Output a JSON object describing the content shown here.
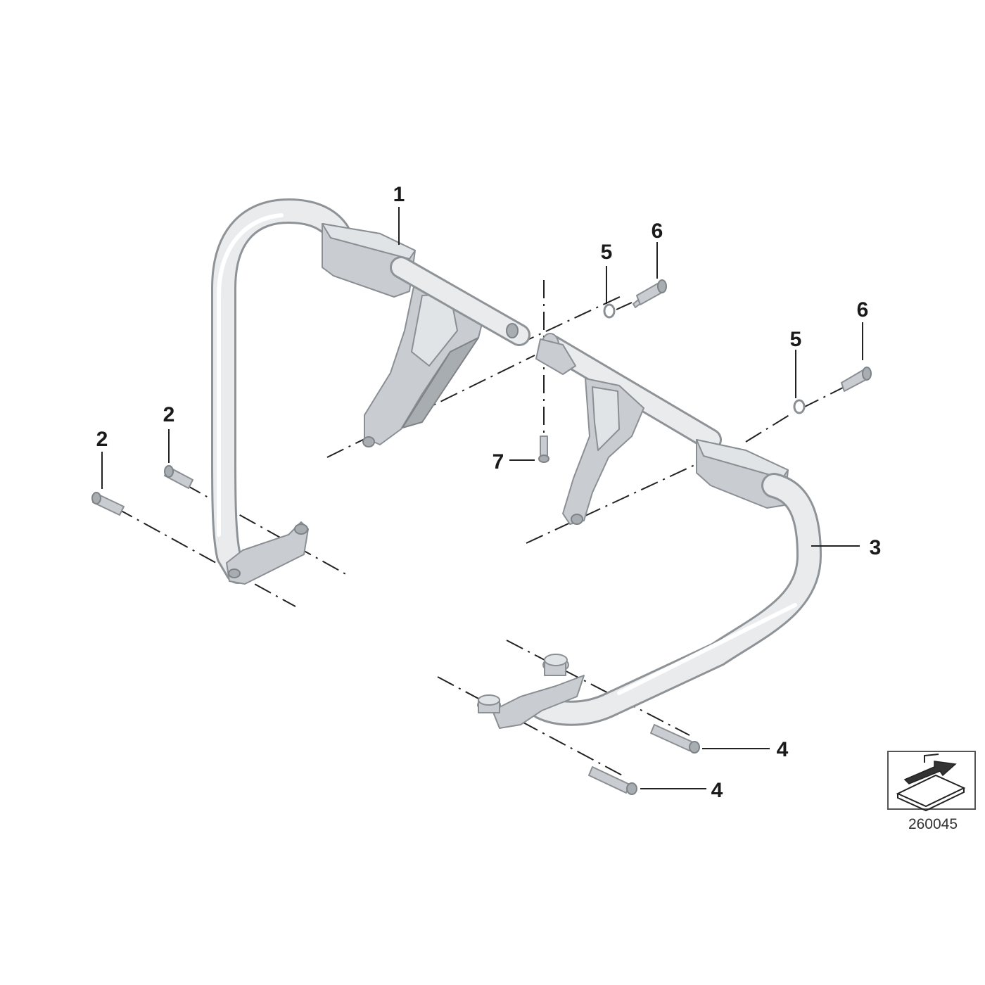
{
  "diagram": {
    "figure_number": "260045",
    "callouts": [
      {
        "id": "c1",
        "label": "1"
      },
      {
        "id": "c2a",
        "label": "2"
      },
      {
        "id": "c2b",
        "label": "2"
      },
      {
        "id": "c3",
        "label": "3"
      },
      {
        "id": "c4a",
        "label": "4"
      },
      {
        "id": "c4b",
        "label": "4"
      },
      {
        "id": "c5a",
        "label": "5"
      },
      {
        "id": "c5b",
        "label": "5"
      },
      {
        "id": "c6a",
        "label": "6"
      },
      {
        "id": "c6b",
        "label": "6"
      },
      {
        "id": "c7",
        "label": "7"
      }
    ]
  },
  "colors": {
    "metal": "#c9cdd1",
    "metal_edge": "#8a8f94",
    "ink": "#1a1a1a"
  },
  "icons": {
    "figure_symbol": "arrow-plate-icon"
  }
}
